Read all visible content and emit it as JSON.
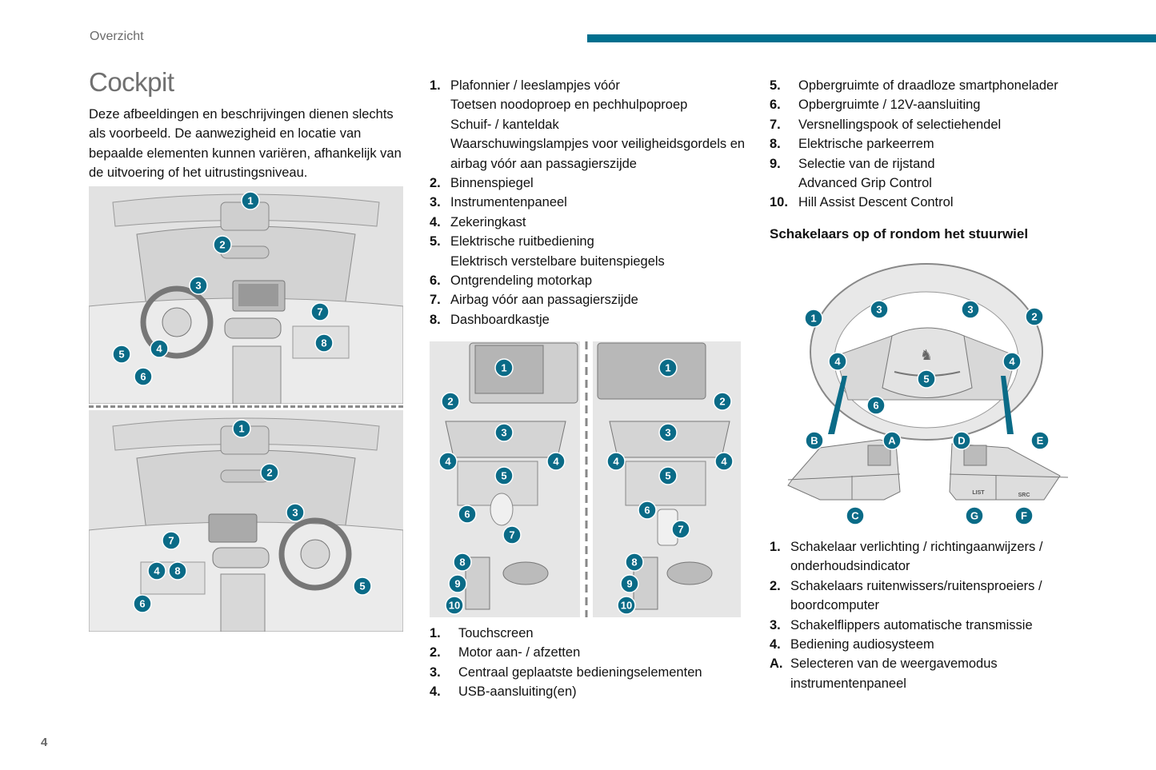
{
  "header": {
    "section_label": "Overzicht",
    "accent_color": "#006f8e"
  },
  "page": {
    "title": "Cockpit",
    "intro": "Deze afbeeldingen en beschrijvingen dienen slechts als voorbeeld. De aanwezigheid en locatie van bepaalde elementen kunnen variëren, afhankelijk van de uitvoering of het uitrustingsniveau.",
    "page_number": "4"
  },
  "cockpit_list": [
    {
      "num": "1.",
      "lines": [
        "Plafonnier / leeslampjes vóór",
        "Toetsen noodoproep en pechhulpoproep",
        "Schuif- / kanteldak",
        "Waarschuwingslampjes voor veiligheidsgordels en",
        "airbag vóór aan passagierszijde"
      ]
    },
    {
      "num": "2.",
      "lines": [
        "Binnenspiegel"
      ]
    },
    {
      "num": "3.",
      "lines": [
        "Instrumentenpaneel"
      ]
    },
    {
      "num": "4.",
      "lines": [
        "Zekeringkast"
      ]
    },
    {
      "num": "5.",
      "lines": [
        "Elektrische ruitbediening",
        "Elektrisch verstelbare buitenspiegels"
      ]
    },
    {
      "num": "6.",
      "lines": [
        "Ontgrendeling motorkap"
      ]
    },
    {
      "num": "7.",
      "lines": [
        "Airbag vóór aan passagierszijde"
      ]
    },
    {
      "num": "8.",
      "lines": [
        "Dashboardkastje"
      ]
    }
  ],
  "console_list_a": [
    {
      "num": "1.",
      "lines": [
        "Touchscreen"
      ]
    },
    {
      "num": "2.",
      "lines": [
        "Motor aan- / afzetten"
      ]
    },
    {
      "num": "3.",
      "lines": [
        "Centraal geplaatste bedieningselementen"
      ]
    },
    {
      "num": "4.",
      "lines": [
        "USB-aansluiting(en)"
      ]
    }
  ],
  "console_list_b": [
    {
      "num": "5.",
      "lines": [
        "Opbergruimte of draadloze smartphonelader"
      ]
    },
    {
      "num": "6.",
      "lines": [
        "Opbergruimte / 12V-aansluiting"
      ]
    },
    {
      "num": "7.",
      "lines": [
        "Versnellingspook of selectiehendel"
      ]
    },
    {
      "num": "8.",
      "lines": [
        "Elektrische parkeerrem"
      ]
    },
    {
      "num": "9.",
      "lines": [
        "Selectie van de rijstand",
        "Advanced Grip Control"
      ]
    },
    {
      "num": "10.",
      "lines": [
        "Hill Assist Descent Control"
      ]
    }
  ],
  "steering_heading": "Schakelaars op of rondom het stuurwiel",
  "steering_list": [
    {
      "num": "1.",
      "lines": [
        "Schakelaar verlichting / richtingaanwijzers /",
        "onderhoudsindicator"
      ]
    },
    {
      "num": "2.",
      "lines": [
        "Schakelaars ruitenwissers/ruitensproeiers /",
        "boordcomputer"
      ]
    },
    {
      "num": "3.",
      "lines": [
        "Schakelflippers automatische transmissie"
      ]
    },
    {
      "num": "4.",
      "lines": [
        "Bediening audiosysteem"
      ]
    },
    {
      "num": "A.",
      "lines": [
        "Selecteren van de weergavemodus",
        "instrumentenpaneel"
      ]
    }
  ],
  "figures": {
    "cockpit_lhd_callouts": [
      "1",
      "2",
      "3",
      "4",
      "5",
      "6",
      "7",
      "8"
    ],
    "cockpit_rhd_callouts": [
      "1",
      "2",
      "3",
      "4",
      "8",
      "5",
      "6",
      "7"
    ],
    "console_callouts": [
      "1",
      "2",
      "3",
      "4",
      "4",
      "5",
      "6",
      "7",
      "8",
      "9",
      "10"
    ],
    "wheel_callouts": [
      "1",
      "2",
      "3",
      "3",
      "4",
      "4",
      "5",
      "6",
      "A",
      "B",
      "C",
      "D",
      "E",
      "F",
      "G"
    ],
    "wheel_button_labels": {
      "list": "LIST",
      "src": "SRC"
    }
  }
}
